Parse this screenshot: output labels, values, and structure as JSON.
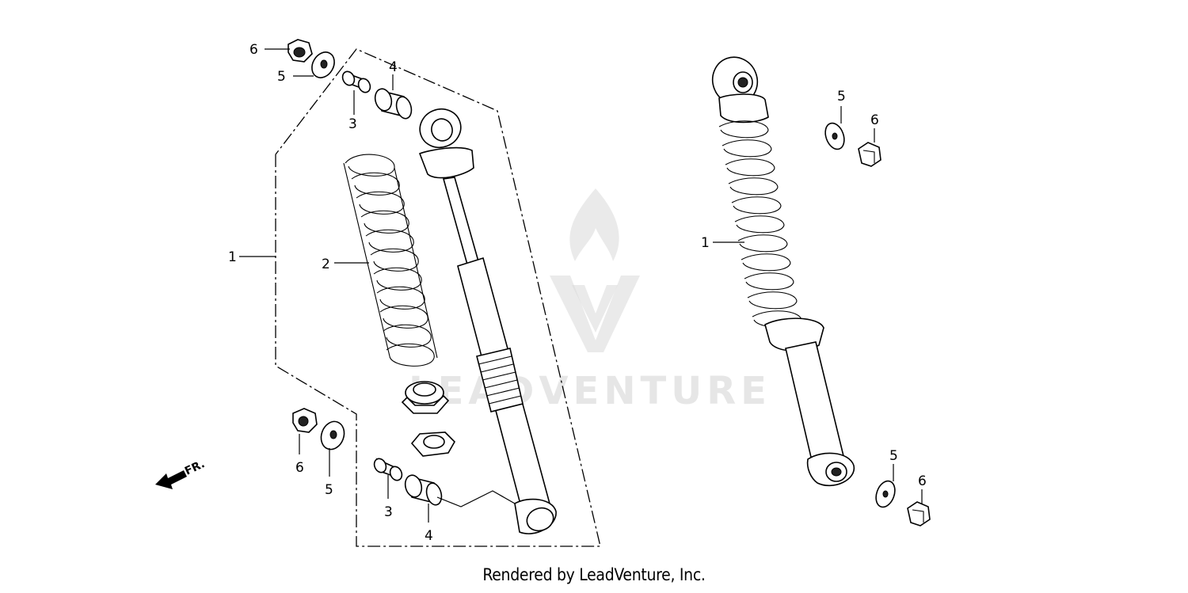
{
  "footer_text": "Rendered by LeadVenture, Inc.",
  "watermark_text": "LEADVENTURE",
  "front_indicator": "FR.",
  "callouts": {
    "left_assembly": "1",
    "spring": "2",
    "collar_top": "3",
    "bushing_top": "4",
    "washer_top": "5",
    "nut_top": "6",
    "collar_bottom": "3",
    "bushing_bottom": "4",
    "washer_bottom": "5",
    "nut_bottom": "6",
    "right_assembly": "1",
    "right_washer_top": "5",
    "right_nut_top": "6",
    "right_washer_bottom": "5",
    "right_nut_bottom": "6"
  }
}
